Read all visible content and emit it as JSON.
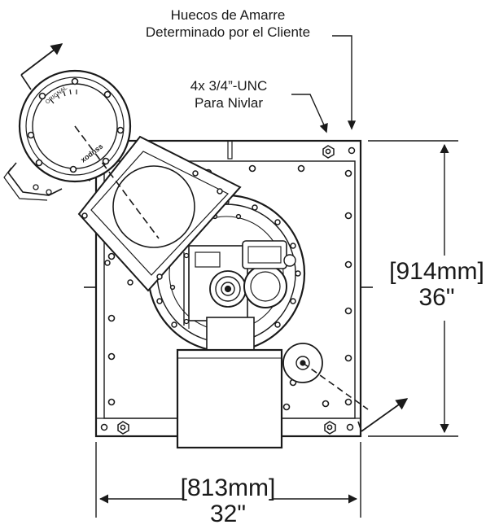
{
  "callouts": {
    "tie_down": {
      "line1": "Huecos de Amarre",
      "line2": "Determinado por el Cliente"
    },
    "leveling": {
      "line1": "4x 3/4”-UNC",
      "line2": "Para Nivlar"
    }
  },
  "dimensions": {
    "height": {
      "metric": "[914mm]",
      "imperial": "36\""
    },
    "width": {
      "metric": "[813mm]",
      "imperial": "32\""
    }
  },
  "motor_markings": [
    "xodnss",
    "ORIGNAL"
  ],
  "colors": {
    "line": "#1a1a1a",
    "shade": "#e6e6e6"
  }
}
